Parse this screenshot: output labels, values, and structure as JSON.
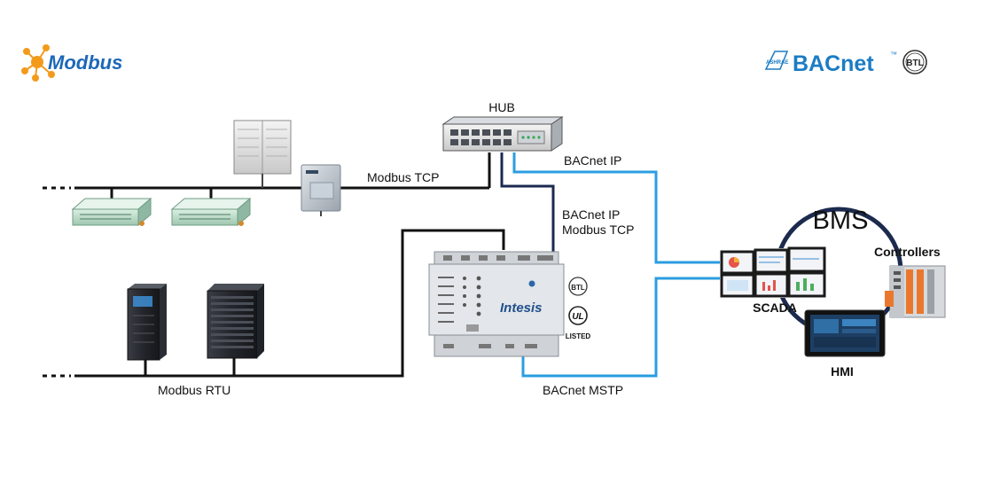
{
  "logos": {
    "modbus": "Modbus",
    "bacnet": "BACnet",
    "bacnet_tm": "™",
    "ashrae": "ASHRAE",
    "btl": "BTL"
  },
  "nodes": {
    "hub": "HUB",
    "bms": "BMS",
    "controllers": "Controllers",
    "scada": "SCADA",
    "hmi": "HMI",
    "gateway_brand": "Intesis",
    "ul": "UL",
    "listed": "LISTED"
  },
  "links": {
    "modbus_tcp": "Modbus TCP",
    "bacnet_ip": "BACnet IP",
    "gateway_bacnet_ip": "BACnet IP",
    "gateway_modbus_tcp": "Modbus TCP",
    "modbus_rtu": "Modbus RTU",
    "bacnet_mstp": "BACnet MSTP"
  },
  "colors": {
    "bacnet_line": "#2b9de0",
    "modbus_line": "#111111",
    "hub_link": "#1b2a52",
    "bms_ring": "#1c2a4e",
    "modbus_logo_text": "#1c68b8",
    "modbus_logo_orange": "#f39a1b",
    "bacnet_logo": "#1b7cc4"
  }
}
